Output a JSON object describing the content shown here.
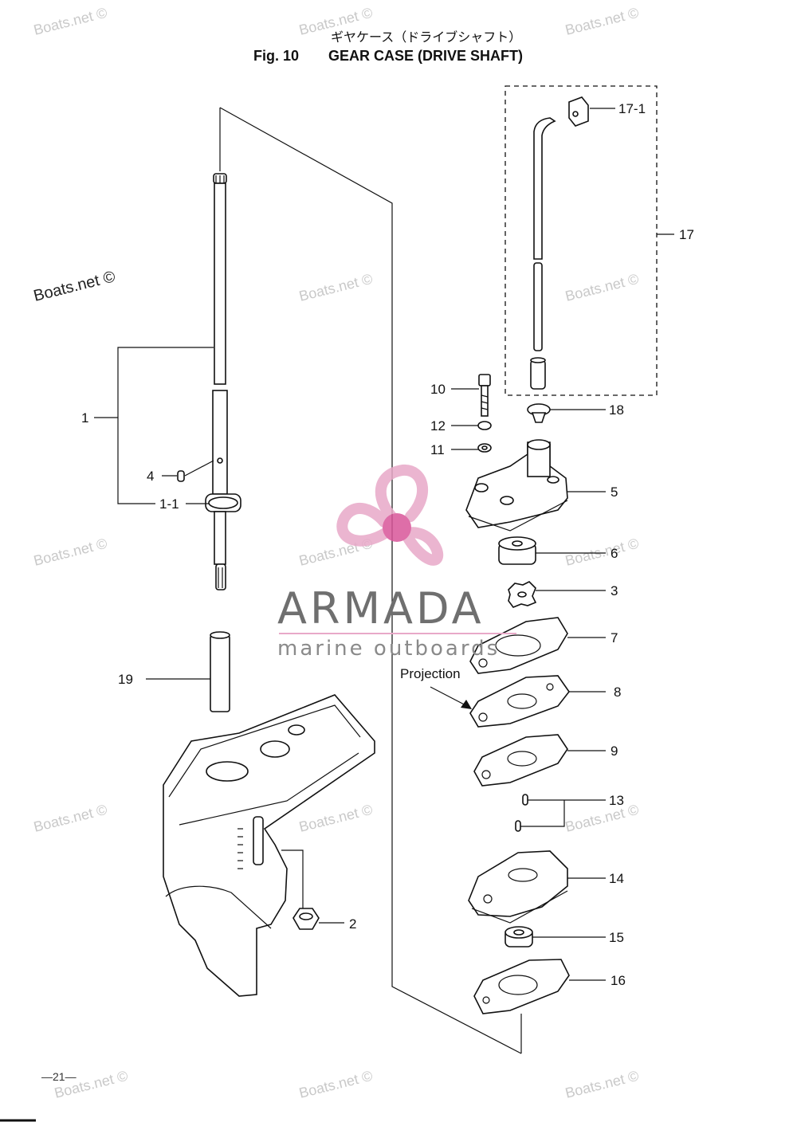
{
  "title": {
    "japanese": "ギヤケース（ドライブシャフト）",
    "fig_number": "Fig. 10",
    "english": "GEAR CASE (DRIVE SHAFT)"
  },
  "watermark": {
    "text": "Boats.net ©",
    "color": "#c9c9c9"
  },
  "overlay_logo": {
    "brand": "ARMADA",
    "tagline": "marine outboards",
    "pink": "#e8a9c8",
    "pink_dark": "#d9559a"
  },
  "callouts": {
    "p1": "1",
    "p1_1": "1-1",
    "p2": "2",
    "p3": "3",
    "p4": "4",
    "p5": "5",
    "p6": "6",
    "p7": "7",
    "p8": "8",
    "p9": "9",
    "p10": "10",
    "p11": "11",
    "p12": "12",
    "p13": "13",
    "p14": "14",
    "p15": "15",
    "p16": "16",
    "p17": "17",
    "p17_1": "17-1",
    "p18": "18",
    "p19": "19"
  },
  "annotation": "Projection",
  "page_number": "—21—"
}
